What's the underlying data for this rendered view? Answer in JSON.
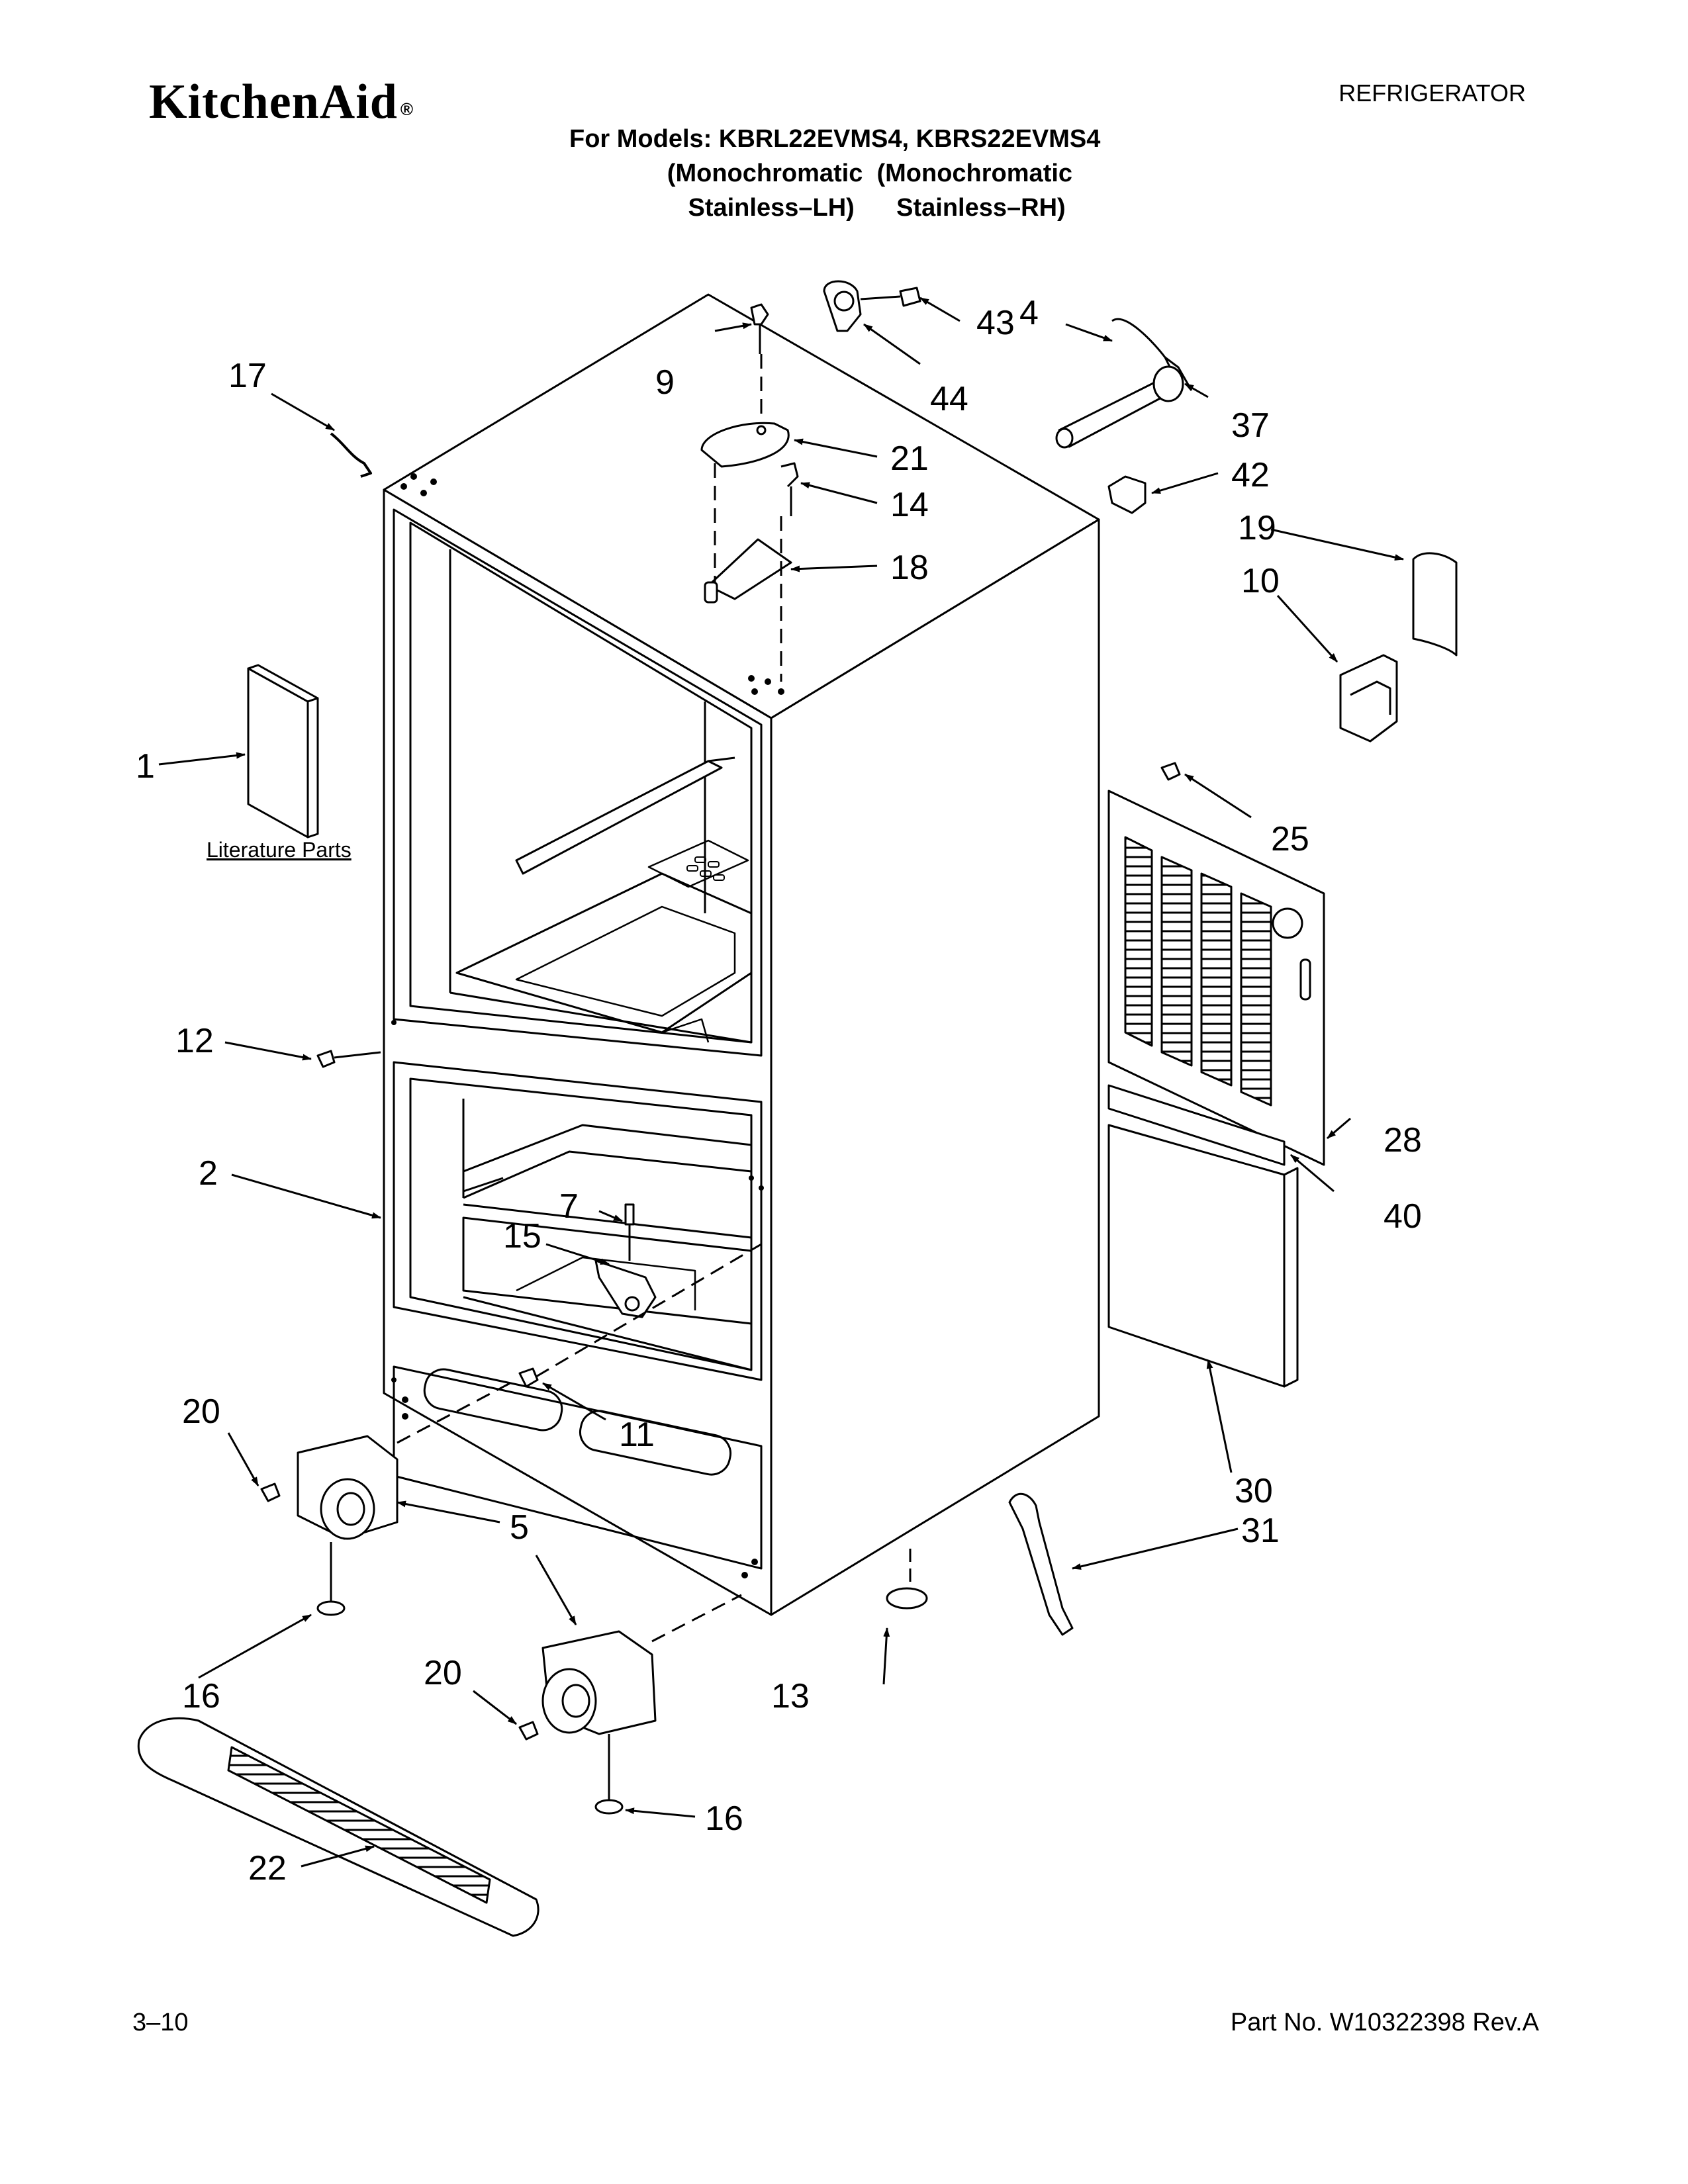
{
  "header": {
    "brand": "KitchenAid",
    "brand_mark": "®",
    "category": "REFRIGERATOR",
    "models_lines": [
      "For Models: KBRL22EVMS4, KBRS22EVMS4",
      "              (Monochromatic  (Monochromatic",
      "                 Stainless–LH)      Stainless–RH)"
    ]
  },
  "literature_label": "Literature Parts",
  "callouts": {
    "c1": "1",
    "c2": "2",
    "c4": "4",
    "c5": "5",
    "c7": "7",
    "c9": "9",
    "c10": "10",
    "c11": "11",
    "c12": "12",
    "c13": "13",
    "c14": "14",
    "c15": "15",
    "c16a": "16",
    "c16b": "16",
    "c17": "17",
    "c18": "18",
    "c19": "19",
    "c20a": "20",
    "c20b": "20",
    "c21": "21",
    "c22": "22",
    "c25": "25",
    "c28": "28",
    "c30": "30",
    "c31": "31",
    "c37": "37",
    "c40": "40",
    "c42": "42",
    "c43": "43",
    "c44": "44"
  },
  "footer": {
    "page": "3–10",
    "part_no": "Part No. W10322398 Rev.A"
  }
}
